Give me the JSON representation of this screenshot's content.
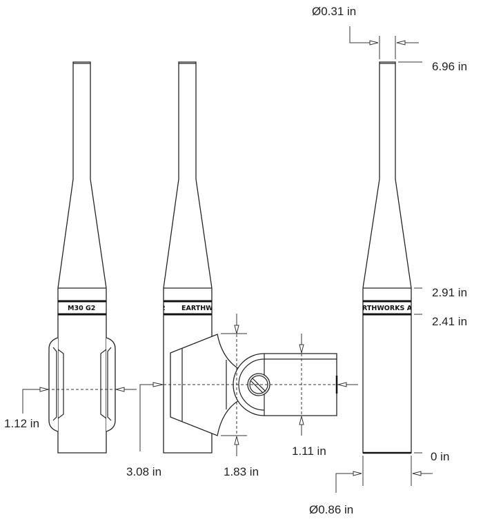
{
  "bands": {
    "front": "M30 G2",
    "side": "EARTHW",
    "side_left_fragment": "2",
    "right": "RTHWORKS AU"
  },
  "dimensions": {
    "tip_diameter": "Ø0.31 in",
    "total_height": "6.96 in",
    "taper_height": "2.91 in",
    "band_height": "2.41 in",
    "clip_width": "1.12 in",
    "clip_offset": "3.08 in",
    "clip_height": "1.83 in",
    "arm_height": "1.11 in",
    "base": "0 in",
    "body_diameter": "Ø0.86 in"
  }
}
